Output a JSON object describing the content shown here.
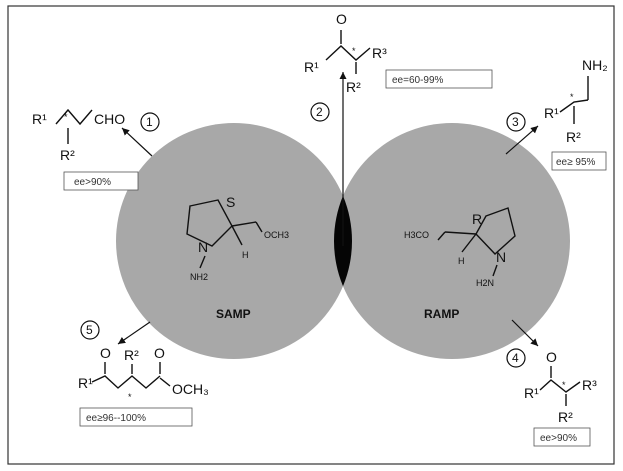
{
  "colors": {
    "sphere": "#a8a8a8",
    "overlap": "#050505",
    "border": "#333333"
  },
  "centers": {
    "left": {
      "name": "SAMP",
      "stereo": "S",
      "nh2": "NH2",
      "och3": "OCH3",
      "h": "H"
    },
    "right": {
      "name": "RAMP",
      "stereo": "R",
      "h3co": "H3CO",
      "nh2": "H2N",
      "h": "H"
    }
  },
  "steps": [
    {
      "number": "1",
      "product": [
        "R¹",
        "R²",
        "CHO",
        "*"
      ],
      "ee": "ee>90%"
    },
    {
      "number": "2",
      "product": [
        "O",
        "R¹",
        "R²",
        "R³",
        "*"
      ],
      "ee": "ee=60-99%"
    },
    {
      "number": "3",
      "product": [
        "NH₂",
        "R¹",
        "R²",
        "*"
      ],
      "ee": "ee≥ 95%"
    },
    {
      "number": "4",
      "product": [
        "O",
        "R¹",
        "R²",
        "R³",
        "*"
      ],
      "ee": "ee>90%"
    },
    {
      "number": "5",
      "product": [
        "O",
        "R²",
        "O",
        "R¹",
        "OCH₃",
        "*"
      ],
      "ee": "ee≥96--100%"
    }
  ]
}
